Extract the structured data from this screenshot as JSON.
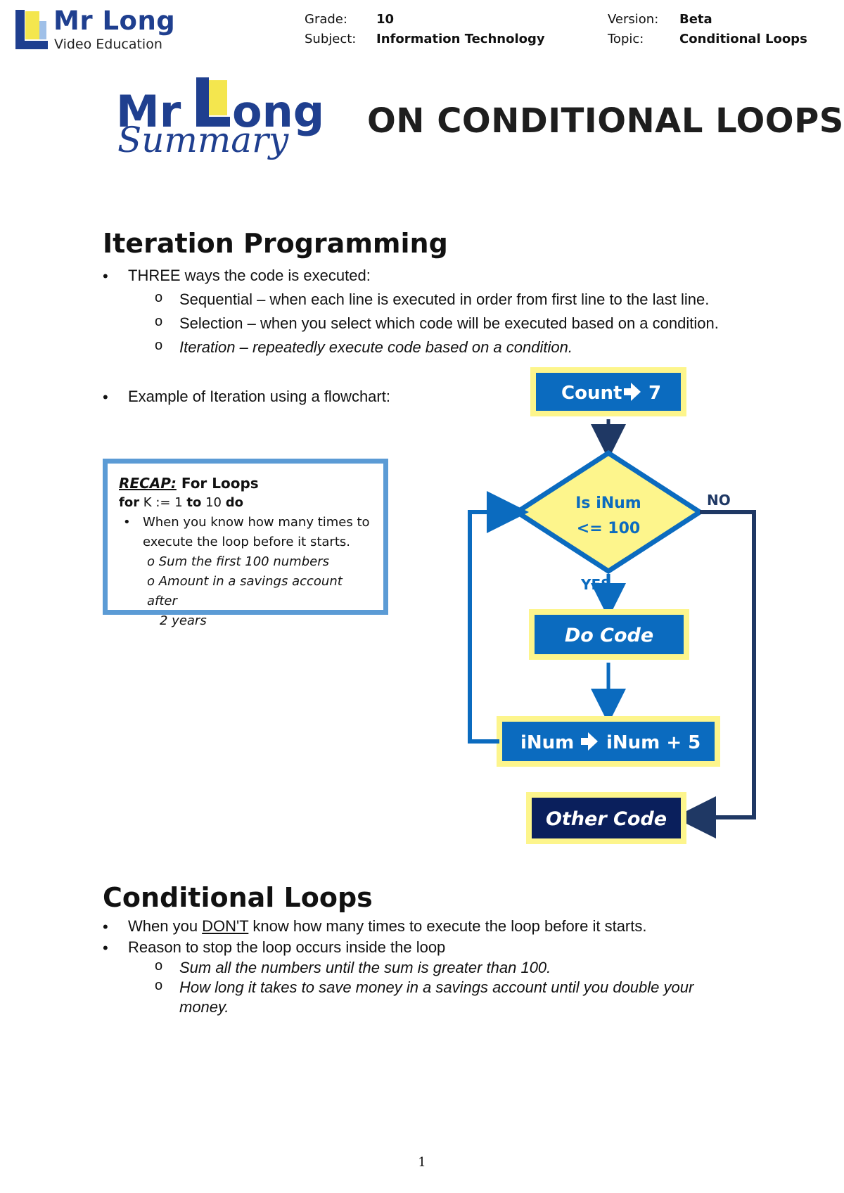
{
  "header": {
    "brand_name": "Mr Long",
    "brand_sub": "Video Education",
    "grade_label": "Grade:",
    "grade_value": "10",
    "subject_label": "Subject:",
    "subject_value": "Information Technology",
    "version_label": "Version:",
    "version_value": "Beta",
    "topic_label": "Topic:",
    "topic_value": "Conditional Loops"
  },
  "summary_logo": {
    "word1": "Mr",
    "word2": "ong",
    "script": "Summary"
  },
  "title": "ON CONDITIONAL LOOPS",
  "iteration": {
    "heading": "Iteration Programming",
    "bullet1": "THREE ways the code is executed:",
    "sub1": "Sequential – when each line is executed in order from first line to the last line.",
    "sub2": "Selection – when you select which code will be executed based on a condition.",
    "sub3": "Iteration – repeatedly execute code based on a condition.",
    "bullet2": "Example of Iteration using a flowchart:"
  },
  "recap": {
    "title_prefix": "RECAP:",
    "title_rest": " For Loops",
    "code_for": "for",
    "code_mid": " K := 1 ",
    "code_to": "to",
    "code_10": " 10 ",
    "code_do": "do",
    "bullet": "When you know how many times to execute the loop before it starts.",
    "ex1": "Sum the first 100 numbers",
    "ex2a": "Amount in a savings account after",
    "ex2b": "2 years"
  },
  "flowchart": {
    "start_a": "Count",
    "start_b": "7",
    "cond_line1": "Is iNum",
    "cond_line2": "<= 100",
    "no_label": "NO",
    "yes_label": "YES",
    "do_code": "Do Code",
    "incr_a": "iNum",
    "incr_b": "iNum + 5",
    "other_code": "Other Code",
    "colors": {
      "box_blue": "#0b6bbf",
      "box_dark": "#0a1f5c",
      "highlight": "#fdf58c",
      "arrow_dark": "#1f3864",
      "arrow_blue": "#0b6bbf"
    }
  },
  "conditional": {
    "heading": "Conditional Loops",
    "b1_pre": "When you ",
    "b1_u": "DON'T",
    "b1_post": " know how many times to execute the loop before it starts.",
    "b2": "Reason to stop the loop occurs inside the loop",
    "sub1": "Sum all the numbers until the sum is greater than 100.",
    "sub2a": "How long it takes to save money in a savings account until you double your",
    "sub2b": "money."
  },
  "page_number": "1"
}
